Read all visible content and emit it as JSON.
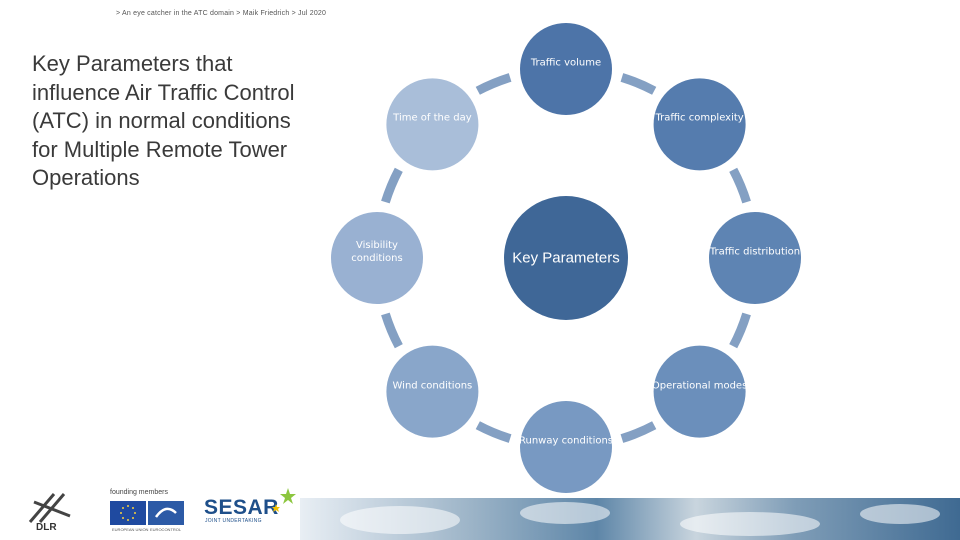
{
  "header": {
    "breadcrumb": "> An eye catcher in the ATC domain > Maik Friedrich > Jul 2020"
  },
  "title": "Key Parameters that influence Air Traffic Control (ATC) in normal conditions for Multiple Remote Tower Operations",
  "diagram": {
    "center": "Key Parameters",
    "nodes": [
      {
        "id": "traffic-volume",
        "label": "Traffic volume",
        "color": "#4d74a8"
      },
      {
        "id": "traffic-complexity",
        "label": "Traffic complexity",
        "color": "#557cae"
      },
      {
        "id": "traffic-distribution",
        "label": "Traffic distribution",
        "color": "#5e84b3"
      },
      {
        "id": "operational-modes",
        "label": "Operational modes",
        "color": "#6b8fbb"
      },
      {
        "id": "runway-conditions",
        "label": "Runway conditions",
        "color": "#7899c2"
      },
      {
        "id": "wind-conditions",
        "label": "Wind conditions",
        "color": "#89a6ca"
      },
      {
        "id": "visibility-conditions",
        "label": "Visibility conditions",
        "color": "#99b1d2"
      },
      {
        "id": "time-of-day",
        "label": "Time of the day",
        "color": "#a9bed9"
      }
    ],
    "colors": {
      "center": "#3f6797",
      "arrow": "#6f8fb8"
    }
  },
  "footer": {
    "dlr": "DLR",
    "founding_members": "founding members",
    "flag_caption_1": "EUROPEAN UNION",
    "flag_caption_2": "EUROCONTROL",
    "sesar": "SESAR",
    "sesar_sub": "JOINT UNDERTAKING"
  }
}
